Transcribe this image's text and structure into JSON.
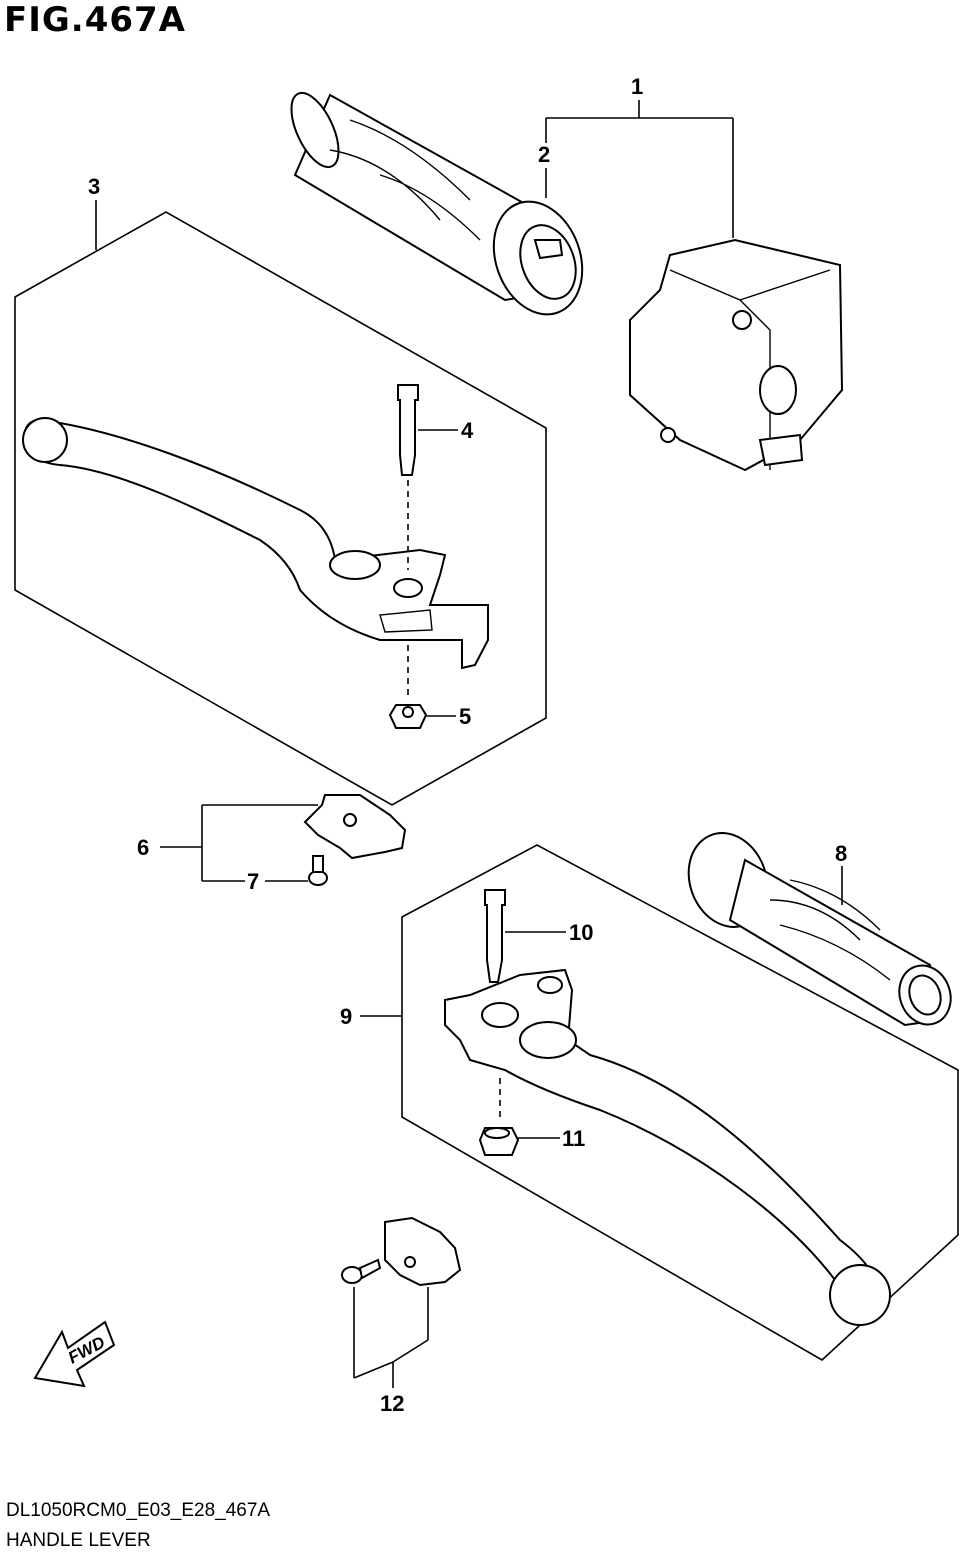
{
  "figure": {
    "title": "FIG.467A",
    "model_code": "DL1050RCM0_E03_E28_467A",
    "name": "HANDLE LEVER",
    "fwd_label": "FWD"
  },
  "callouts": [
    {
      "id": "1",
      "label": "1"
    },
    {
      "id": "2",
      "label": "2"
    },
    {
      "id": "3",
      "label": "3"
    },
    {
      "id": "4",
      "label": "4"
    },
    {
      "id": "5",
      "label": "5"
    },
    {
      "id": "6",
      "label": "6"
    },
    {
      "id": "7",
      "label": "7"
    },
    {
      "id": "8",
      "label": "8"
    },
    {
      "id": "9",
      "label": "9"
    },
    {
      "id": "10",
      "label": "10"
    },
    {
      "id": "11",
      "label": "11"
    },
    {
      "id": "12",
      "label": "12"
    }
  ]
}
